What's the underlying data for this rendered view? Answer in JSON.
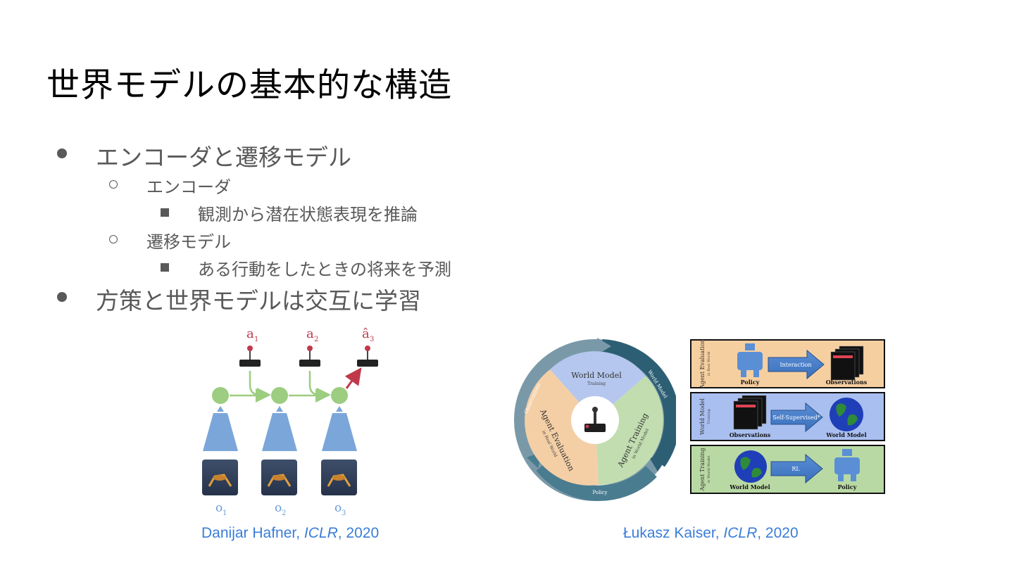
{
  "slide": {
    "title": "世界モデルの基本的な構造",
    "bullets": {
      "b1": "エンコーダと遷移モデル",
      "b1_1": "エンコーダ",
      "b1_1_1": "観測から潜在状態表現を推論",
      "b1_2": "遷移モデル",
      "b1_2_1": "ある行動をしたときの将来を予測",
      "b2": "方策と世界モデルは交互に学習"
    }
  },
  "left_figure": {
    "actions": [
      "a",
      "a",
      "â"
    ],
    "action_subs": [
      "1",
      "2",
      "3"
    ],
    "observations": [
      "o",
      "o",
      "o"
    ],
    "obs_subs": [
      "1",
      "2",
      "3"
    ],
    "colors": {
      "action": "#c0394b",
      "latent": "#9ccd80",
      "encoder": "#7ba6d9",
      "obs_text": "#6a9dd6"
    },
    "caption": {
      "author": "Danijar Hafner, ",
      "venue": "ICLR",
      "year": ", 2020"
    }
  },
  "right_figure": {
    "cycle": {
      "segment_world_model": "World Model",
      "segment_world_model_sub": "Training",
      "segment_agent_eval": "Agent Evaluation",
      "segment_agent_eval_sub": "in Real World",
      "segment_agent_train": "Agent Training",
      "segment_agent_train_sub": "in World Model",
      "ring_observations": "Observations",
      "ring_world_model": "World Model",
      "ring_policy": "Policy"
    },
    "panels": [
      {
        "side": "Agent Evaluation",
        "side_sub": "in Real World",
        "left": "Policy",
        "arrow": "Interaction",
        "right": "Observations",
        "color": "#f6cfa0"
      },
      {
        "side": "World Model",
        "side_sub": "Training",
        "left": "Observations",
        "arrow": "Self-Supervised*",
        "right": "World Model",
        "color": "#a9bff0"
      },
      {
        "side": "Agent Training",
        "side_sub": "in World Model",
        "left": "World Model",
        "arrow": "RL",
        "right": "Policy",
        "color": "#b9d9a4"
      }
    ],
    "caption": {
      "author": "Łukasz Kaiser, ",
      "venue": "ICLR",
      "year": ", 2020"
    }
  }
}
